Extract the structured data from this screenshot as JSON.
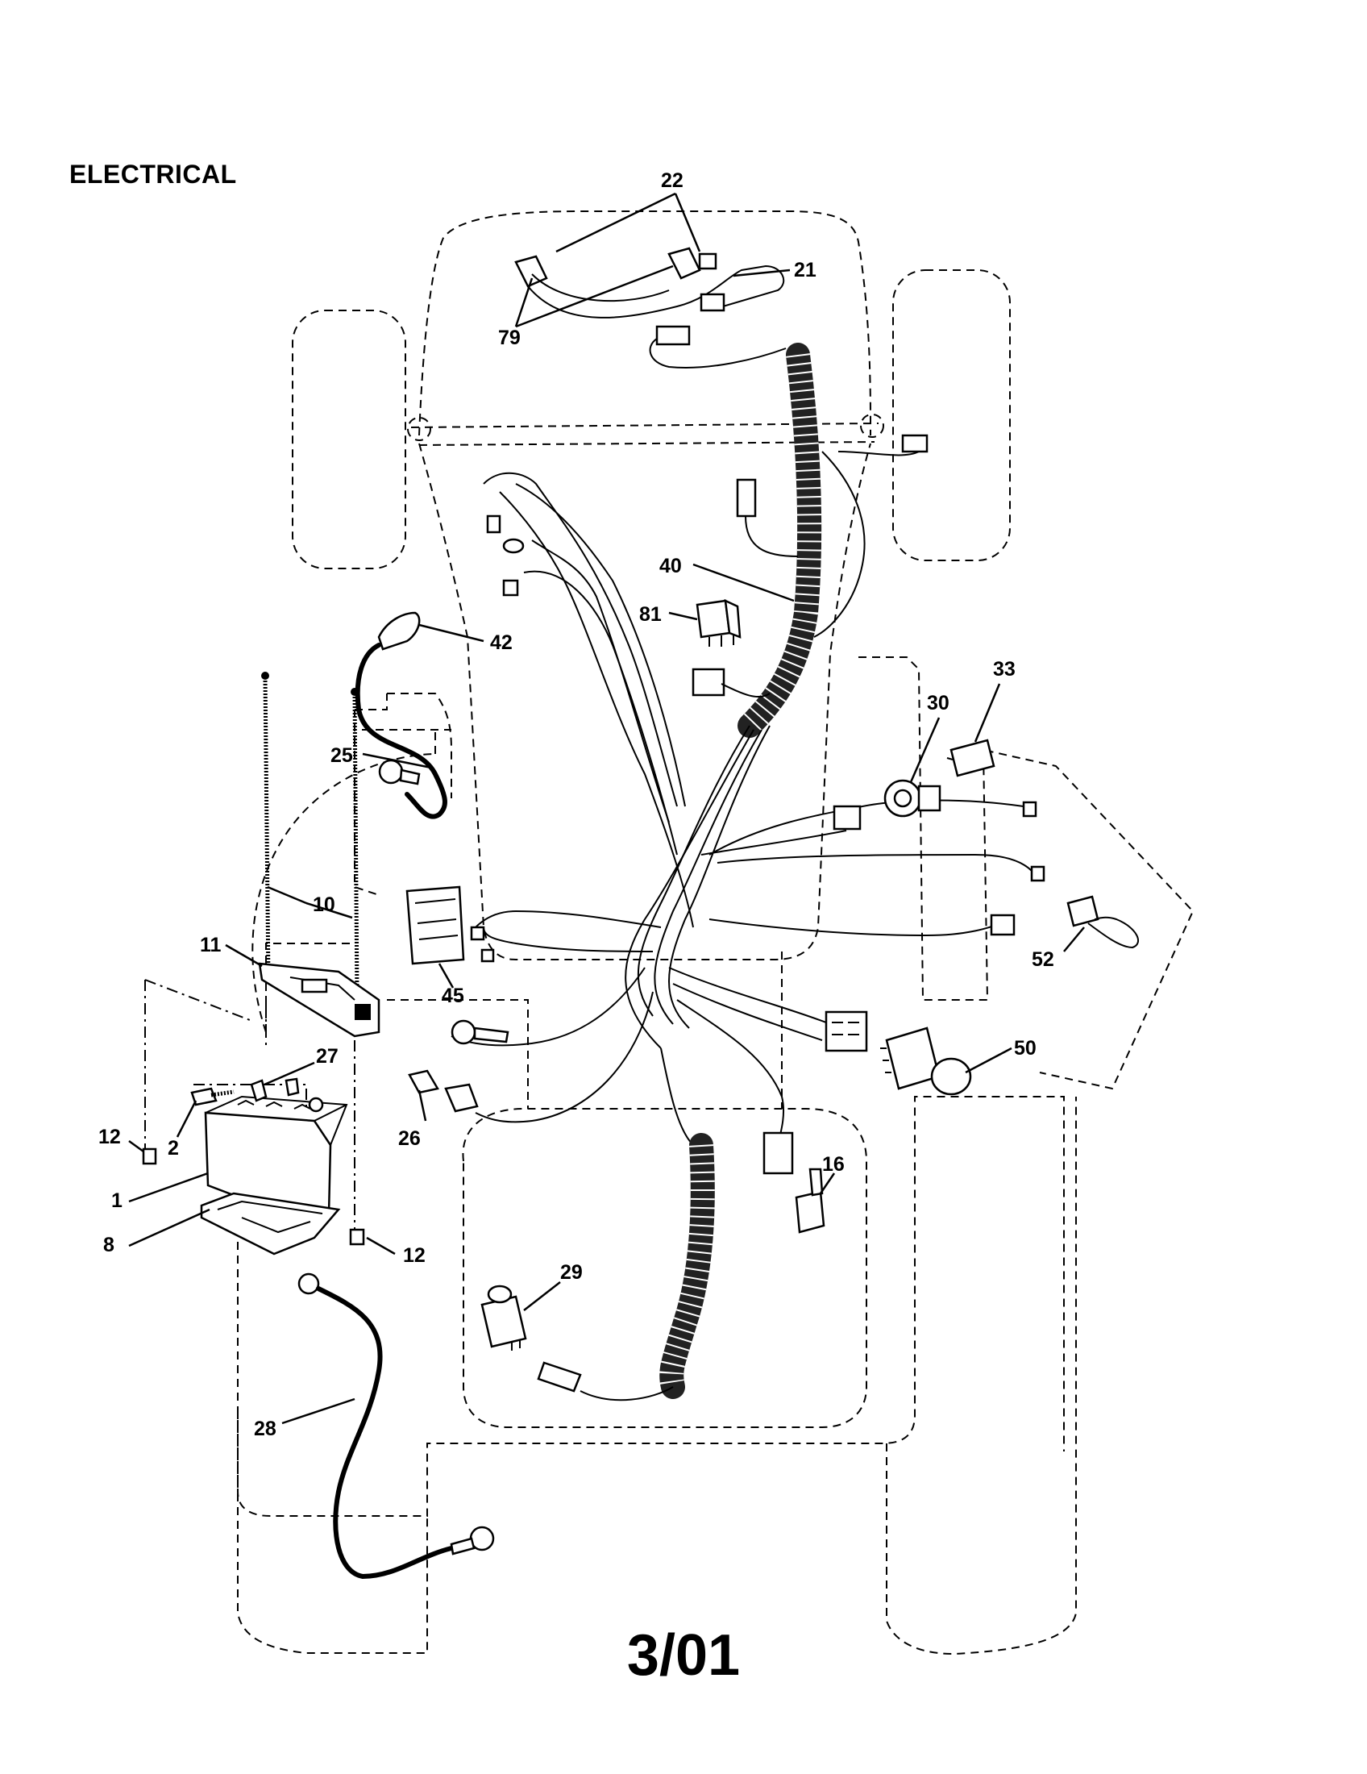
{
  "title": "ELECTRICAL",
  "footer": "3/01",
  "callouts": [
    {
      "id": "c22",
      "label": "22"
    },
    {
      "id": "c21",
      "label": "21"
    },
    {
      "id": "c79",
      "label": "79"
    },
    {
      "id": "c40",
      "label": "40"
    },
    {
      "id": "c81",
      "label": "81"
    },
    {
      "id": "c42",
      "label": "42"
    },
    {
      "id": "c25",
      "label": "25"
    },
    {
      "id": "c33",
      "label": "33"
    },
    {
      "id": "c30",
      "label": "30"
    },
    {
      "id": "c10",
      "label": "10"
    },
    {
      "id": "c11",
      "label": "11"
    },
    {
      "id": "c45",
      "label": "45"
    },
    {
      "id": "c52",
      "label": "52"
    },
    {
      "id": "c27",
      "label": "27"
    },
    {
      "id": "c50",
      "label": "50"
    },
    {
      "id": "c12a",
      "label": "12"
    },
    {
      "id": "c2",
      "label": "2"
    },
    {
      "id": "c26",
      "label": "26"
    },
    {
      "id": "c1",
      "label": "1"
    },
    {
      "id": "c16",
      "label": "16"
    },
    {
      "id": "c8",
      "label": "8"
    },
    {
      "id": "c12b",
      "label": "12"
    },
    {
      "id": "c29",
      "label": "29"
    },
    {
      "id": "c28",
      "label": "28"
    }
  ]
}
